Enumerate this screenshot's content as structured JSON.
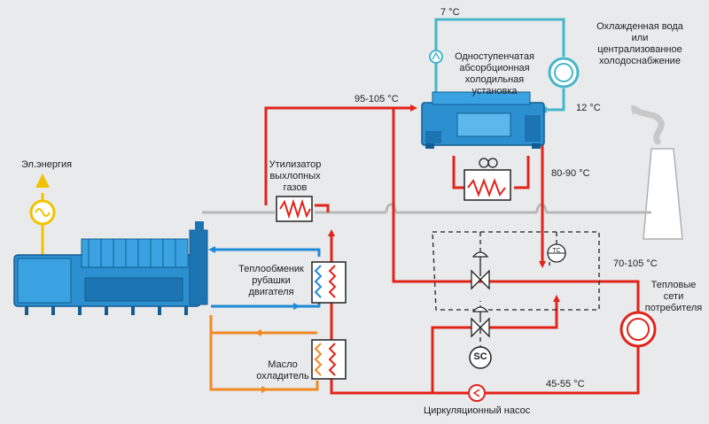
{
  "labels": {
    "temp_7": "7 °C",
    "chilled_water_1": "Охлажденная вода",
    "chilled_water_2": "или",
    "chilled_water_3": "централизованное",
    "chilled_water_4": "холодоснабжение",
    "absorption_1": "Одноступенчатая",
    "absorption_2": "абсорбционная",
    "absorption_3": "холодильная",
    "absorption_4": "установка",
    "temp_95_105": "95-105 °C",
    "temp_12": "12 °C",
    "electricity": "Эл.энергия",
    "exhaust_1": "Утилизатор",
    "exhaust_2": "выхлопных",
    "exhaust_3": "газов",
    "temp_80_90": "80-90 °C",
    "jacket_1": "Теплообменик",
    "jacket_2": "рубашки",
    "jacket_3": "двигателя",
    "temp_70_105": "70-105 °C",
    "heat_net_1": "Тепловые",
    "heat_net_2": "сети",
    "heat_net_3": "потребителя",
    "oil_1": "Масло",
    "oil_2": "охладитель",
    "temp_45_55": "45-55 °C",
    "pump": "Циркуляционный насос",
    "tc": "TC",
    "sc": "SC"
  },
  "colors": {
    "hot": "#e2231a",
    "cold": "#45b6c9",
    "engine_loop": "#1f8ad6",
    "oil_loop": "#f08a24",
    "exhaust": "#b8b8b8",
    "electric": "#f2c200",
    "machine": "#2b8fd0",
    "background": "#e9eaec"
  }
}
